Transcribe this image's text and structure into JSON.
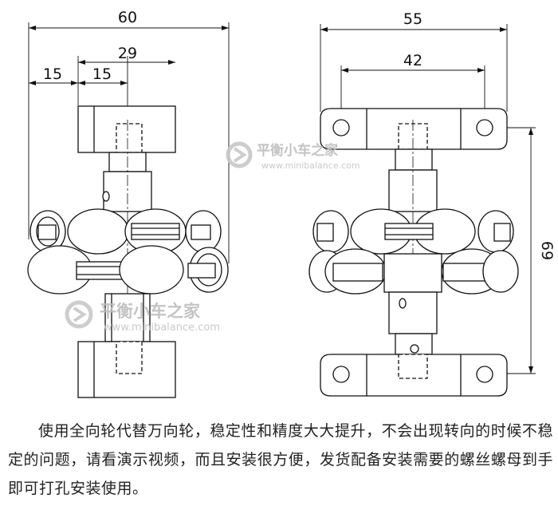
{
  "dimensions": {
    "left_total_width": "60",
    "left_inner_width": "29",
    "left_offset_a": "15",
    "left_offset_b": "15",
    "right_total_width": "55",
    "right_hole_span": "42",
    "right_height": "69"
  },
  "watermark": {
    "brand": "平衡小车之家",
    "url": "www.minibalance.com"
  },
  "caption": "使用全向轮代替万向轮，稳定性和精度大大提升，不会出现转向的时候不稳定的问题，请看演示视频，而且安装很方便，发货配备安装需要的螺丝螺母到手即可打孔安装使用。"
}
